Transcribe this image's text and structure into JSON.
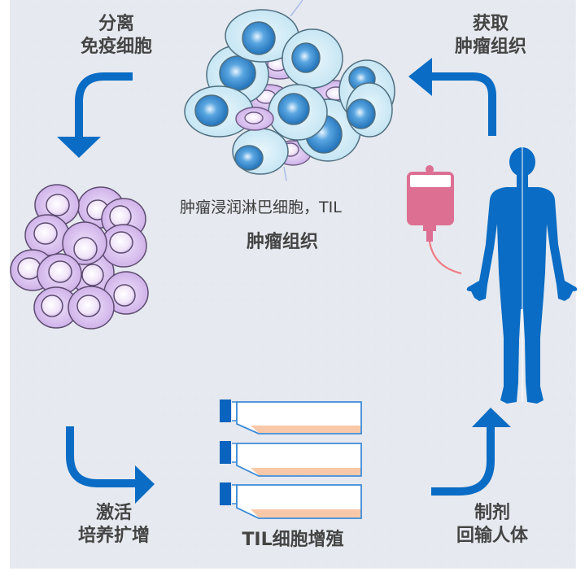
{
  "diagram": {
    "title": "TIL therapy workflow",
    "colors": {
      "arrow": "#0a6cc4",
      "body": "#0a6cc4",
      "tumor_cell_fill": "#d5eef8",
      "tumor_nucleus": "#2a7fc4",
      "lymphocyte_fill": "#dcc4ef",
      "lymphocyte_nucleus": "#f4eafa",
      "iv_bag": "#dd6f93",
      "iv_tube": "#f07a82",
      "flask_outline": "#3d8ad6",
      "flask_cap": "#0a63be",
      "flask_medium": "#f8c8a8",
      "text": "#444444"
    },
    "steps": [
      {
        "id": "obtain",
        "lines": [
          "获取",
          "肿瘤组织"
        ]
      },
      {
        "id": "isolate",
        "lines": [
          "分离",
          "免疫细胞"
        ]
      },
      {
        "id": "activate",
        "lines": [
          "激活",
          "培养扩增"
        ]
      },
      {
        "id": "reinfuse",
        "lines": [
          "制剂",
          "回输人体"
        ]
      }
    ],
    "tumor": {
      "annotation": "肿瘤浸润淋巴细胞，TIL",
      "caption": "肿瘤组织"
    },
    "flasks": {
      "count": 3,
      "caption": "TIL细胞增殖"
    },
    "icons": [
      "tumor-cluster-icon",
      "lymphocyte-cluster-icon",
      "culture-flask-icon",
      "iv-bag-icon",
      "human-body-icon",
      "curved-arrow-icon"
    ]
  }
}
